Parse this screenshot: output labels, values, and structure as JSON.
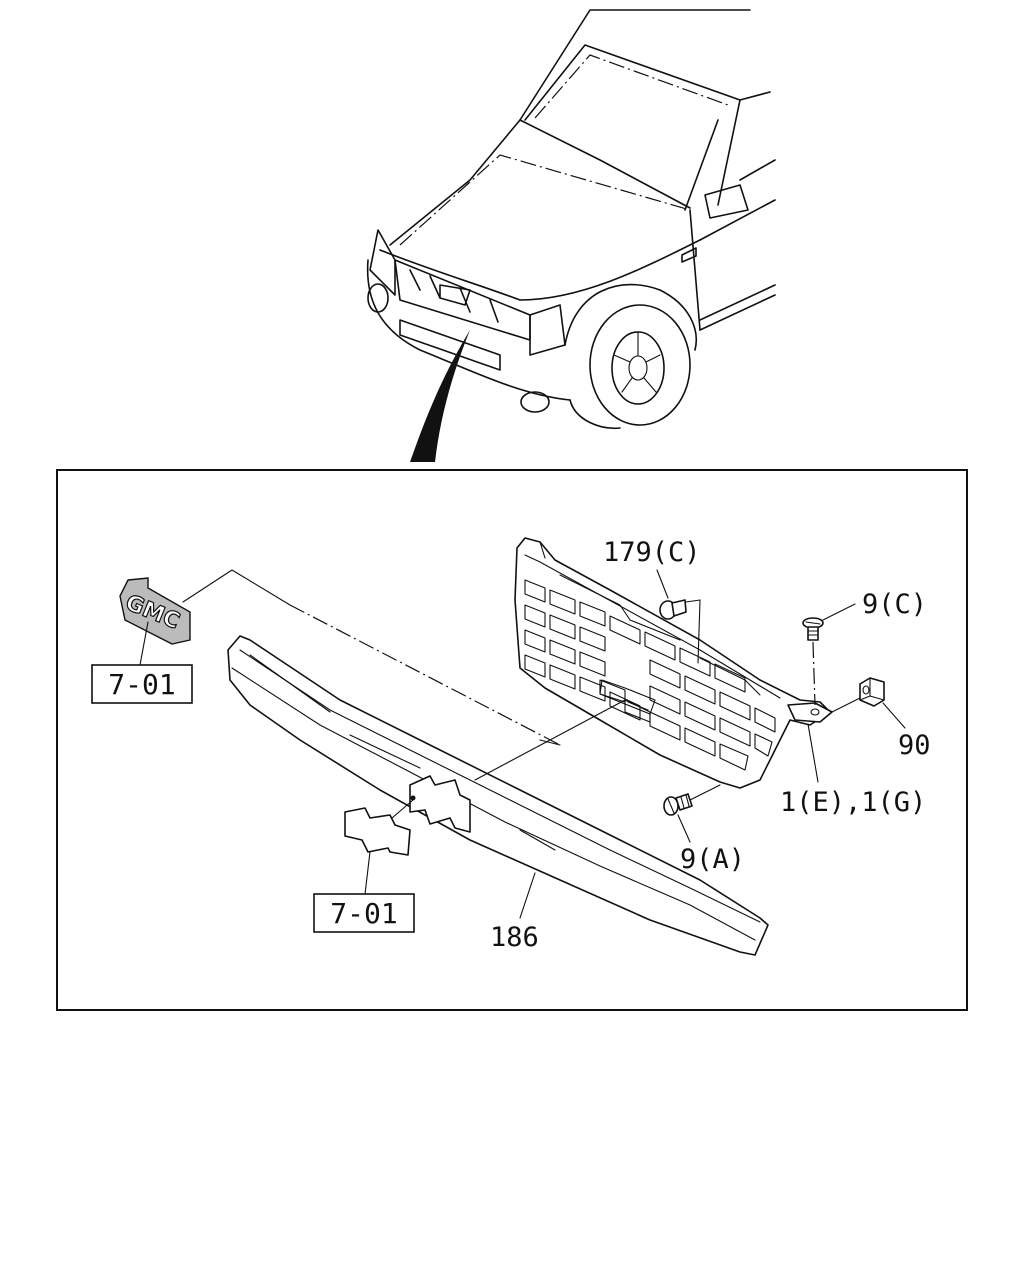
{
  "diagram": {
    "callouts": {
      "grille_clip": "179(C)",
      "upper_screw": "9(C)",
      "nut_clip": "90",
      "grille": "1(E),1(G)",
      "lower_screw": "9(A)",
      "garnish": "186"
    },
    "reference_boxes": [
      {
        "label": "7-01",
        "target": "gmc-emblem"
      },
      {
        "label": "7-01",
        "target": "bowtie-emblem"
      }
    ],
    "emblem_text": "GMC"
  }
}
